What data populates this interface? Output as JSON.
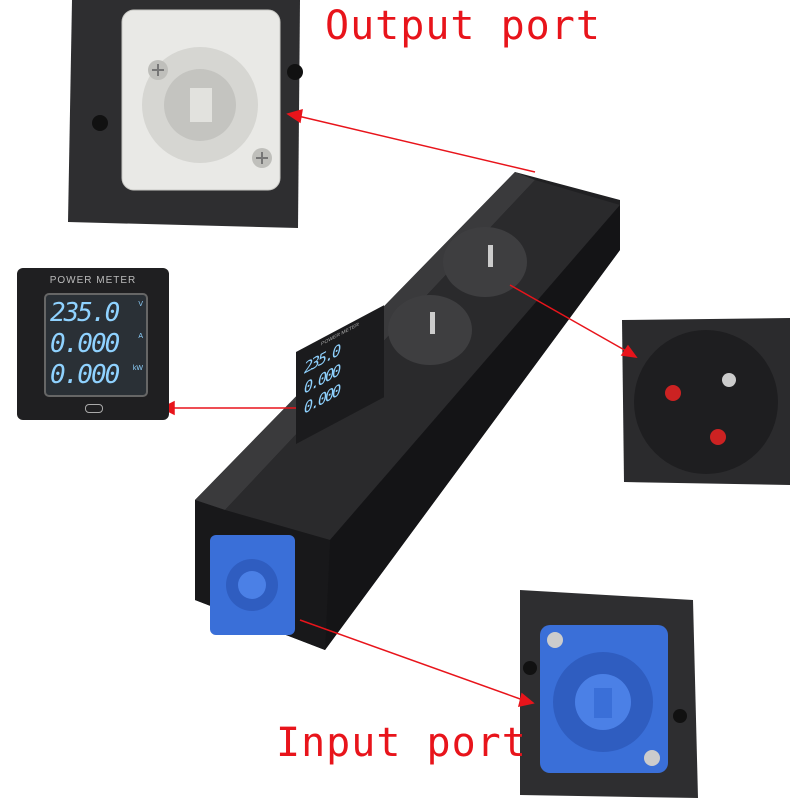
{
  "labels": {
    "output_port": "Output port",
    "input_port": "Input port"
  },
  "power_meter": {
    "title": "POWER METER",
    "voltage": "235.0",
    "voltage_unit": "V",
    "current": "0.000",
    "current_unit": "A",
    "power": "0.000",
    "power_unit": "kW"
  },
  "colors": {
    "label": "#e8141b",
    "arrow": "#e8141b",
    "connector_input": "#3a6fd8",
    "connector_output": "#e8e8e6",
    "lcd": "#8fd2ff"
  }
}
